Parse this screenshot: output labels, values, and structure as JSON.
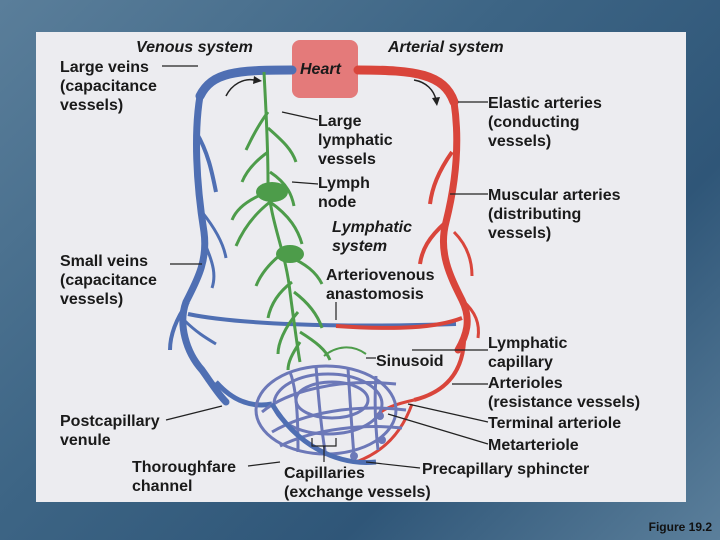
{
  "titles": {
    "venous": "Venous system",
    "arterial": "Arterial system",
    "heart": "Heart",
    "lymphatic": "Lymphatic\nsystem"
  },
  "labels": {
    "large_veins": "Large veins\n(capacitance\nvessels)",
    "large_lymphatic": "Large\nlymphatic\nvessels",
    "lymph_node": "Lymph\nnode",
    "elastic_arteries": "Elastic arteries\n(conducting\nvessels)",
    "muscular_arteries": "Muscular arteries\n(distributing\nvessels)",
    "small_veins": "Small veins\n(capacitance\nvessels)",
    "av_anastomosis": "Arteriovenous\nanastomosis",
    "sinusoid": "Sinusoid",
    "lymphatic_capillary": "Lymphatic\ncapillary",
    "arterioles": "Arterioles\n(resistance vessels)",
    "terminal_arteriole": "Terminal arteriole",
    "metarteriole": "Metarteriole",
    "postcapillary_venule": "Postcapillary\nvenule",
    "thoroughfare": "Thoroughfare\nchannel",
    "capillaries": "Capillaries\n(exchange vessels)",
    "precapillary_sphincter": "Precapillary sphincter"
  },
  "figure_label": "Figure 19.2",
  "colors": {
    "vein": "#4f6fb3",
    "artery": "#d9453b",
    "lymph": "#4d9c4a",
    "capillary_bed": "#6c78b8",
    "panel": "#ececf0"
  }
}
